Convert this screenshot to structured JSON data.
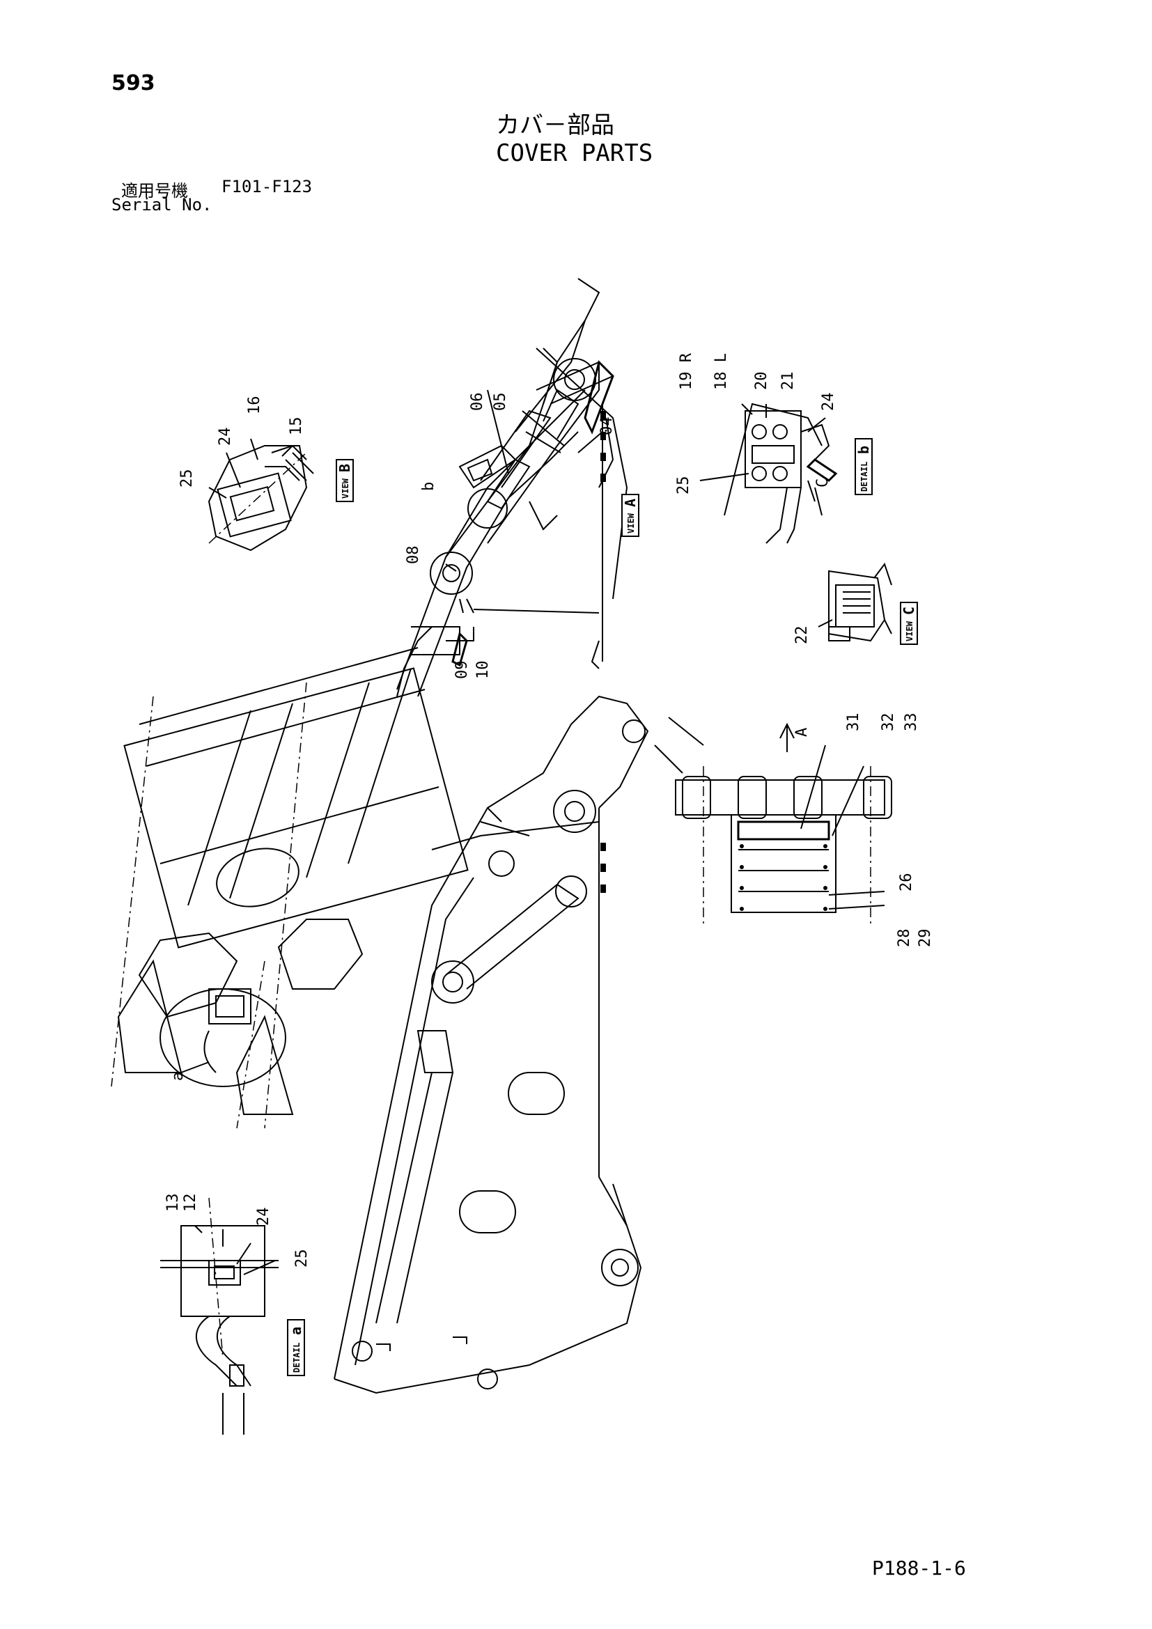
{
  "header": {
    "page_number": "593",
    "title_jp": "カバ－部品",
    "title_en": "COVER PARTS",
    "serial_label_jp": "適用号機",
    "serial_value": "F101-F123",
    "serial_label_en": "Serial No."
  },
  "footer": {
    "page_ref": "P188-1-6"
  },
  "callouts": {
    "p04": "04",
    "p05": "05",
    "p06": "06",
    "p08": "08",
    "p09": "09",
    "p10": "10",
    "p12": "12",
    "p13": "13",
    "p15": "15",
    "p16": "16",
    "p18": "18 L",
    "p19": "19 R",
    "p20": "20",
    "p21": "21",
    "p22": "22",
    "p24": "24",
    "p25": "25",
    "p26": "26",
    "p28": "28",
    "p29": "29",
    "p31": "31",
    "p32": "32",
    "p33": "33",
    "letter_a": "a",
    "letter_b": "b",
    "letter_c": "C",
    "letter_arrow_a": "A"
  },
  "views": {
    "view_word": "VIEW",
    "detail_word": "DETAIL",
    "A": "A",
    "B": "B",
    "C": "C",
    "a": "a",
    "b": "b"
  }
}
